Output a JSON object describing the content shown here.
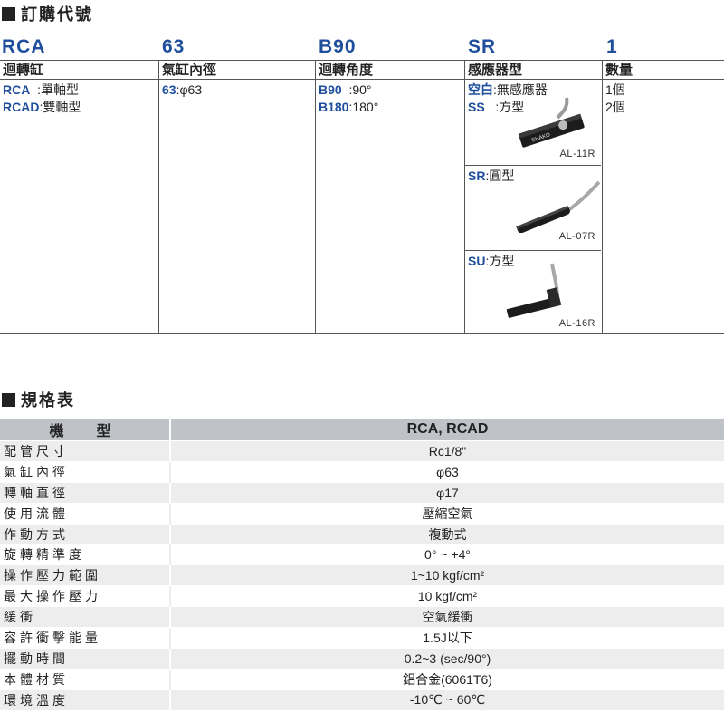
{
  "order_section": {
    "title": "訂購代號",
    "codes": [
      "RCA",
      "63",
      "B90",
      "SR",
      "1"
    ],
    "headers": [
      "迴轉缸",
      "氣缸內徑",
      "迴轉角度",
      "感應器型",
      "數量"
    ],
    "type_options": [
      {
        "code": "RCA",
        "sep": "  :",
        "desc": "單軸型"
      },
      {
        "code": "RCAD",
        "sep": ":",
        "desc": "雙軸型"
      }
    ],
    "bore_options": [
      {
        "code": "63",
        "sep": ":",
        "desc": "φ63"
      }
    ],
    "angle_options": [
      {
        "code": "B90",
        "sep": "  :",
        "desc": "90°"
      },
      {
        "code": "B180",
        "sep": ":",
        "desc": "180°"
      }
    ],
    "sensor_cells": [
      {
        "options": [
          {
            "code": "空白",
            "sep": ":",
            "desc": "無感應器"
          },
          {
            "code": "SS",
            "sep": "   :",
            "desc": "方型"
          }
        ],
        "model": "AL-11R"
      },
      {
        "options": [
          {
            "code": "SR",
            "sep": ":",
            "desc": "圓型"
          }
        ],
        "model": "AL-07R"
      },
      {
        "options": [
          {
            "code": "SU",
            "sep": ":",
            "desc": "方型"
          }
        ],
        "model": "AL-16R"
      }
    ],
    "qty_options": [
      "1個",
      "2個"
    ]
  },
  "spec_section": {
    "title": "規格表",
    "header": {
      "label": "機　型",
      "value": "RCA, RCAD"
    },
    "rows": [
      {
        "label": "配管尺寸",
        "value": "Rc1/8\""
      },
      {
        "label": "氣缸內徑",
        "value": "φ63"
      },
      {
        "label": "轉軸直徑",
        "value": "φ17"
      },
      {
        "label": "使用流體",
        "value": "壓縮空氣"
      },
      {
        "label": "作動方式",
        "value": "複動式"
      },
      {
        "label": "旋轉精準度",
        "value": "0° ~ +4°"
      },
      {
        "label": "操作壓力範圍",
        "value": "1~10 kgf/cm²"
      },
      {
        "label": "最大操作壓力",
        "value": "10 kgf/cm²"
      },
      {
        "label": "緩衝",
        "value": "空氣緩衝"
      },
      {
        "label": "容許衝擊能量",
        "value": "1.5J以下"
      },
      {
        "label": "擺動時間",
        "value": "0.2~3 (sec/90°)"
      },
      {
        "label": "本體材質",
        "value": "鋁合金(6061T6)"
      },
      {
        "label": "環境溫度",
        "value": "-10℃ ~ 60℃"
      }
    ]
  },
  "colors": {
    "code_blue": "#1f4f9c",
    "header_gray": "#bfc3c7",
    "stripe_gray": "#ededed"
  }
}
